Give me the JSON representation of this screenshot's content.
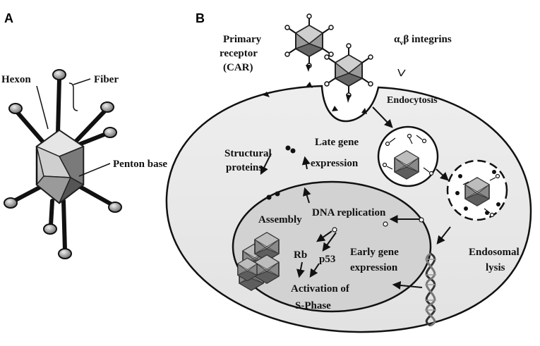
{
  "panels": {
    "a": "A",
    "b": "B"
  },
  "panel_a": {
    "hexon": "Hexon",
    "fiber": "Fiber",
    "penton_base": "Penton base"
  },
  "panel_b": {
    "primary_receptor": [
      "Primary",
      "receptor",
      "(CAR)"
    ],
    "integrins": {
      "alpha": "α",
      "sub": "v",
      "rest": "β  integrins"
    },
    "endocytosis": "Endocytosis",
    "structural_proteins": [
      "Structural",
      "proteins"
    ],
    "late_gene_expression": [
      "Late gene",
      "expression"
    ],
    "assembly": "Assembly",
    "dna_replication": "DNA replication",
    "rb": "Rb",
    "p53": "p53",
    "activation": [
      "Activation of",
      "S-Phase"
    ],
    "early_gene_expression": [
      "Early gene",
      "expression"
    ],
    "endosomal_lysis": [
      "Endosomal",
      "lysis"
    ]
  }
}
